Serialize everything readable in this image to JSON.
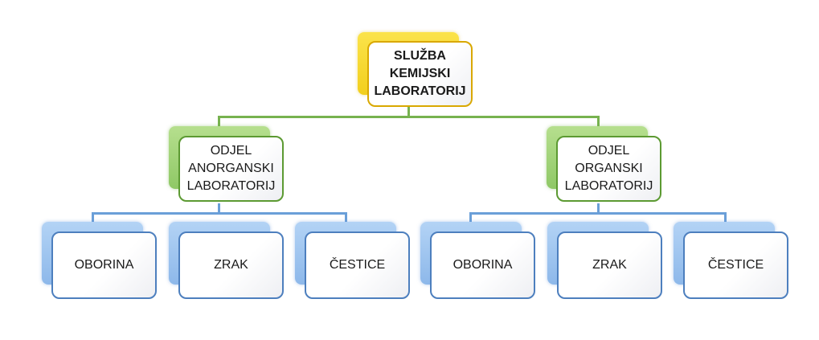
{
  "root": {
    "line1": "SLUŽBA",
    "line2": "KEMIJSKI",
    "line3": "LABORATORIJ"
  },
  "departments": [
    {
      "line1": "ODJEL",
      "line2": "ANORGANSKI",
      "line3": "LABORATORIJ",
      "children": [
        "OBORINA",
        "ZRAK",
        "ČESTICE"
      ]
    },
    {
      "line1": "ODJEL",
      "line2": "ORGANSKI",
      "line3": "LABORATORIJ",
      "children": [
        "OBORINA",
        "ZRAK",
        "ČESTICE"
      ]
    }
  ],
  "colors": {
    "root": "#f2cf1e",
    "department": "#77b24f",
    "leaf": "#6a9fd8"
  }
}
